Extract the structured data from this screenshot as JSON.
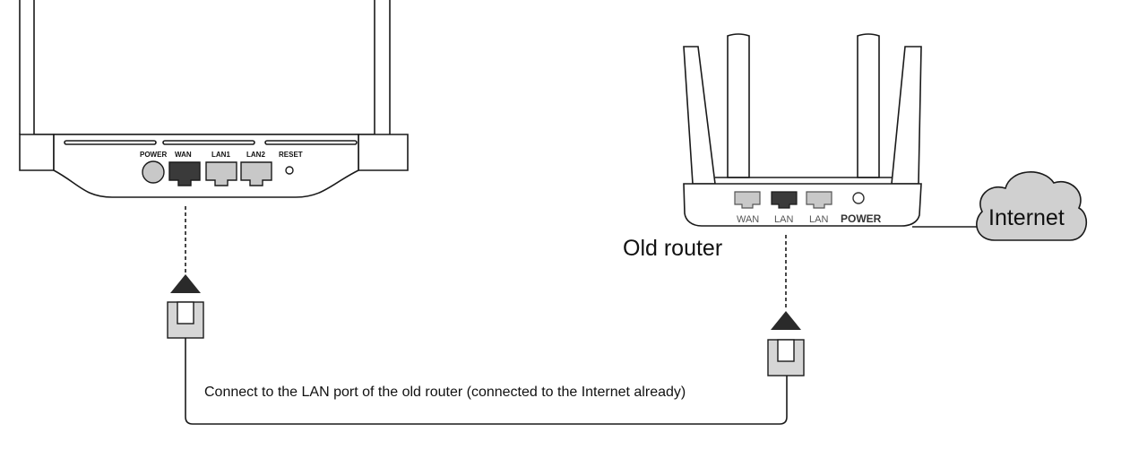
{
  "new_router": {
    "ports": {
      "power": "POWER",
      "wan": "WAN",
      "lan1": "LAN1",
      "lan2": "LAN2",
      "reset": "RESET"
    }
  },
  "old_router": {
    "label": "Old router",
    "ports": {
      "wan": "WAN",
      "lan": "LAN",
      "lan2": "LAN",
      "power": "POWER"
    }
  },
  "internet": {
    "label": "Internet"
  },
  "cable": {
    "caption": "Connect to the LAN port of the old router (connected to the Internet already)"
  },
  "colors": {
    "outline": "#1a1a1a",
    "port_gray": "#c8c8c8",
    "port_dark": "#3a3a3a",
    "cloud_fill": "#d0d0d0",
    "arrow": "#2a2a2a"
  }
}
